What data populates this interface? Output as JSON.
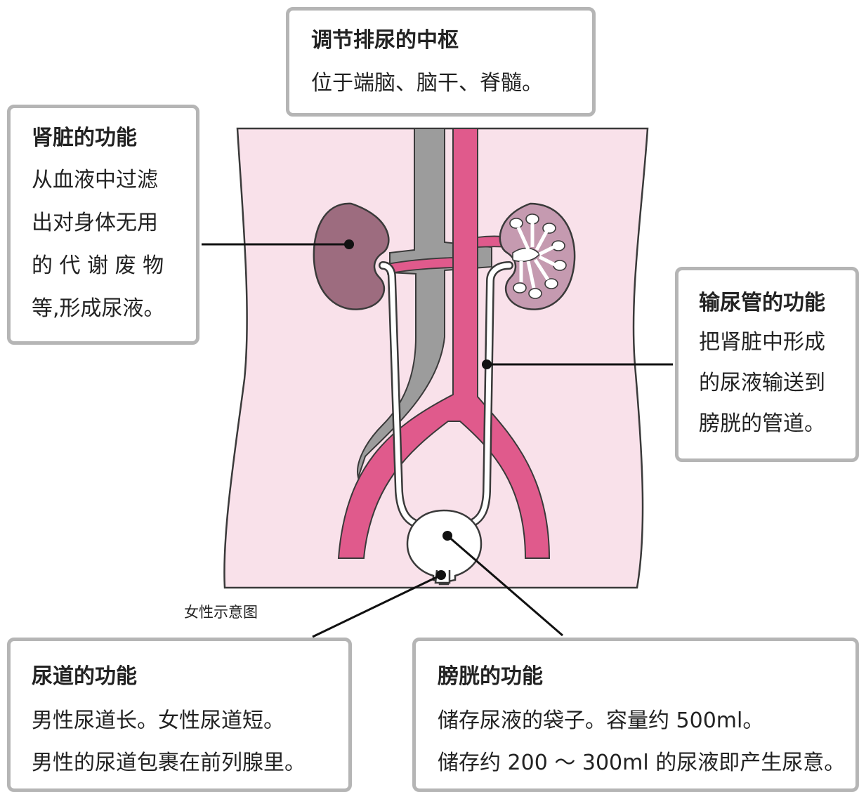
{
  "colors": {
    "body_fill": "#f9e1ea",
    "outline": "#3a3a3a",
    "artery": "#e05a8c",
    "vein": "#9c9c9c",
    "kidney_left": "#9d6c7f",
    "kidney_right": "#c59ab0",
    "ureter": "#ffffff",
    "box_border": "#b5b5b5",
    "leader": "#111111"
  },
  "caption": "女性示意图",
  "labels": {
    "brain": {
      "title": "调节排尿的中枢",
      "body": "位于端脑、脑干、脊髓。"
    },
    "kidney": {
      "title": "肾脏的功能",
      "lines": [
        "从血液中过滤",
        "出对身体无用",
        "的 代 谢 废 物",
        "等,形成尿液。"
      ]
    },
    "ureter": {
      "title": "输尿管的功能",
      "lines": [
        "把肾脏中形成",
        "的尿液输送到",
        "膀胱的管道。"
      ]
    },
    "urethra": {
      "title": "尿道的功能",
      "lines": [
        "男性尿道长。女性尿道短。",
        "男性的尿道包裹在前列腺里。"
      ]
    },
    "bladder": {
      "title": "膀胱的功能",
      "lines": [
        "储存尿液的袋子。容量约 500ml。",
        "储存约 200 ～ 300ml 的尿液即产生尿意。"
      ]
    }
  }
}
